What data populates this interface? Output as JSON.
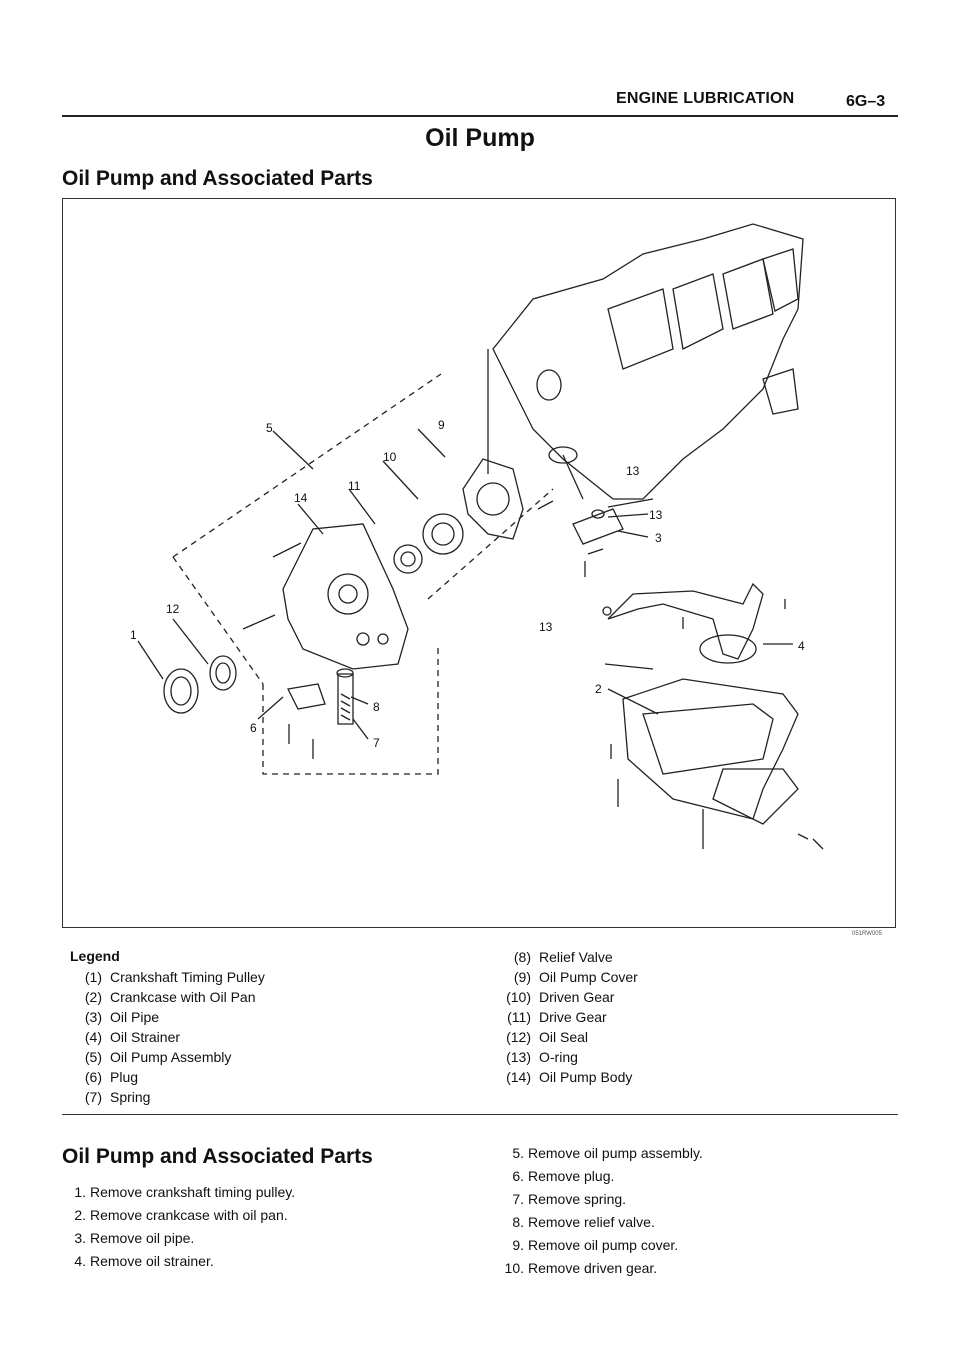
{
  "header": {
    "section": "ENGINE LUBRICATION",
    "page": "6G–3"
  },
  "title": "Oil Pump",
  "section_title": "Oil Pump and Associated Parts",
  "figure": {
    "code": "051RW005",
    "callouts": [
      "1",
      "2",
      "3",
      "4",
      "5",
      "6",
      "7",
      "8",
      "9",
      "10",
      "11",
      "12",
      "13",
      "13",
      "13",
      "14"
    ]
  },
  "legend": {
    "title": "Legend",
    "items": [
      {
        "num": "(1)",
        "label": "Crankshaft Timing Pulley"
      },
      {
        "num": "(2)",
        "label": "Crankcase with Oil Pan"
      },
      {
        "num": "(3)",
        "label": "Oil Pipe"
      },
      {
        "num": "(4)",
        "label": "Oil Strainer"
      },
      {
        "num": "(5)",
        "label": "Oil Pump Assembly"
      },
      {
        "num": "(6)",
        "label": "Plug"
      },
      {
        "num": "(7)",
        "label": "Spring"
      },
      {
        "num": "(8)",
        "label": "Relief Valve"
      },
      {
        "num": "(9)",
        "label": "Oil Pump Cover"
      },
      {
        "num": "(10)",
        "label": "Driven Gear"
      },
      {
        "num": "(11)",
        "label": "Drive Gear"
      },
      {
        "num": "(12)",
        "label": "Oil Seal"
      },
      {
        "num": "(13)",
        "label": "O-ring"
      },
      {
        "num": "(14)",
        "label": "Oil Pump Body"
      }
    ]
  },
  "procedure": {
    "title": "Oil Pump and Associated Parts",
    "steps": [
      {
        "num": "1.",
        "text": "Remove crankshaft timing pulley."
      },
      {
        "num": "2.",
        "text": "Remove crankcase with oil pan."
      },
      {
        "num": "3.",
        "text": "Remove oil pipe."
      },
      {
        "num": "4.",
        "text": "Remove oil strainer."
      },
      {
        "num": "5.",
        "text": "Remove oil pump assembly."
      },
      {
        "num": "6.",
        "text": "Remove plug."
      },
      {
        "num": "7.",
        "text": "Remove spring."
      },
      {
        "num": "8.",
        "text": "Remove relief valve."
      },
      {
        "num": "9.",
        "text": "Remove oil pump cover."
      },
      {
        "num": "10.",
        "text": "Remove driven gear."
      }
    ]
  }
}
